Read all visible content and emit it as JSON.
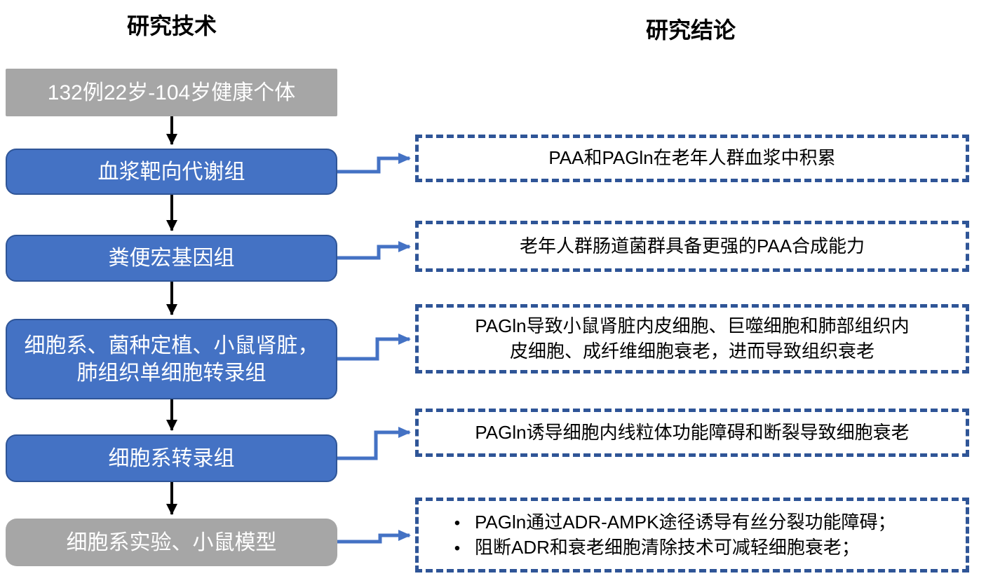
{
  "headers": {
    "left": "研究技术",
    "right": "研究结论"
  },
  "colors": {
    "box_blue": "#4472C4",
    "box_blue_border": "#2F5597",
    "box_gray": "#A6A6A6",
    "dashed_border": "#2F5597",
    "connector_blue": "#4472C4",
    "flow_arrow_black": "#000000"
  },
  "bullet_char": "•",
  "flow": {
    "steps": [
      {
        "label": "132例22岁-104岁健康个体"
      },
      {
        "label": "血浆靶向代谢组"
      },
      {
        "label": "粪便宏基因组"
      },
      {
        "label": "细胞系、菌种定植、小鼠肾脏，",
        "label2": "肺组织单细胞转录组"
      },
      {
        "label": "细胞系转录组"
      },
      {
        "label": "细胞系实验、小鼠模型"
      }
    ]
  },
  "conclusions": [
    {
      "text": "PAA和PAGln在老年人群血浆中积累"
    },
    {
      "text": "老年人群肠道菌群具备更强的PAA合成能力"
    },
    {
      "line1": "PAGln导致小鼠肾脏内皮细胞、巨噬细胞和肺部组织内",
      "line2": "皮细胞、成纤维细胞衰老，进而导致组织衰老"
    },
    {
      "text": "PAGln诱导细胞内线粒体功能障碍和断裂导致细胞衰老"
    },
    {
      "bullets": [
        "PAGln通过ADR-AMPK途径诱导有丝分裂功能障碍；",
        "阻断ADR和衰老细胞清除技术可减轻细胞衰老；"
      ]
    }
  ]
}
